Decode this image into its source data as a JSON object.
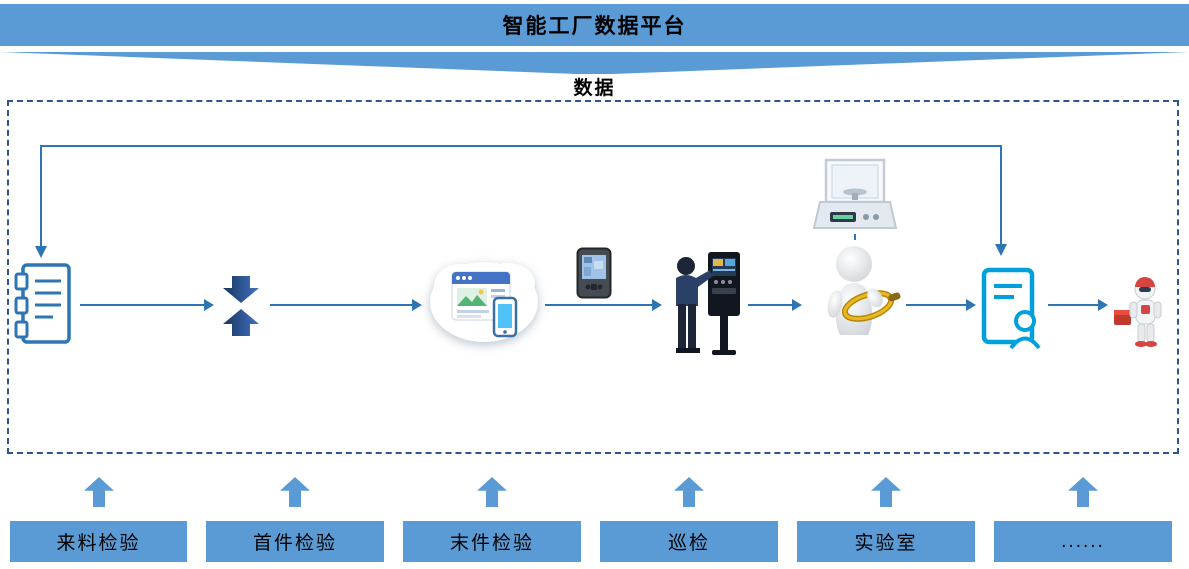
{
  "header": {
    "title": "智能工厂数据平台"
  },
  "funnel": {
    "label": "数据"
  },
  "stations": [
    {
      "label": "来料检验"
    },
    {
      "label": "首件检验"
    },
    {
      "label": "末件检验"
    },
    {
      "label": "巡检"
    },
    {
      "label": "实验室"
    },
    {
      "label": "......"
    }
  ],
  "flow_icons": [
    {
      "name": "inspection-report-icon"
    },
    {
      "name": "compress-arrows-icon"
    },
    {
      "name": "web-app-cloud-icon"
    },
    {
      "name": "pda-device-icon"
    },
    {
      "name": "operator-terminal-icon"
    },
    {
      "name": "lab-balance-icon"
    },
    {
      "name": "inspector-magnifier-icon"
    },
    {
      "name": "certificate-stamp-icon"
    },
    {
      "name": "robot-courier-icon"
    }
  ],
  "colors": {
    "accent": "#5B9BD5",
    "flow_line": "#2E75B6",
    "dashed_border": "#2F5496"
  }
}
